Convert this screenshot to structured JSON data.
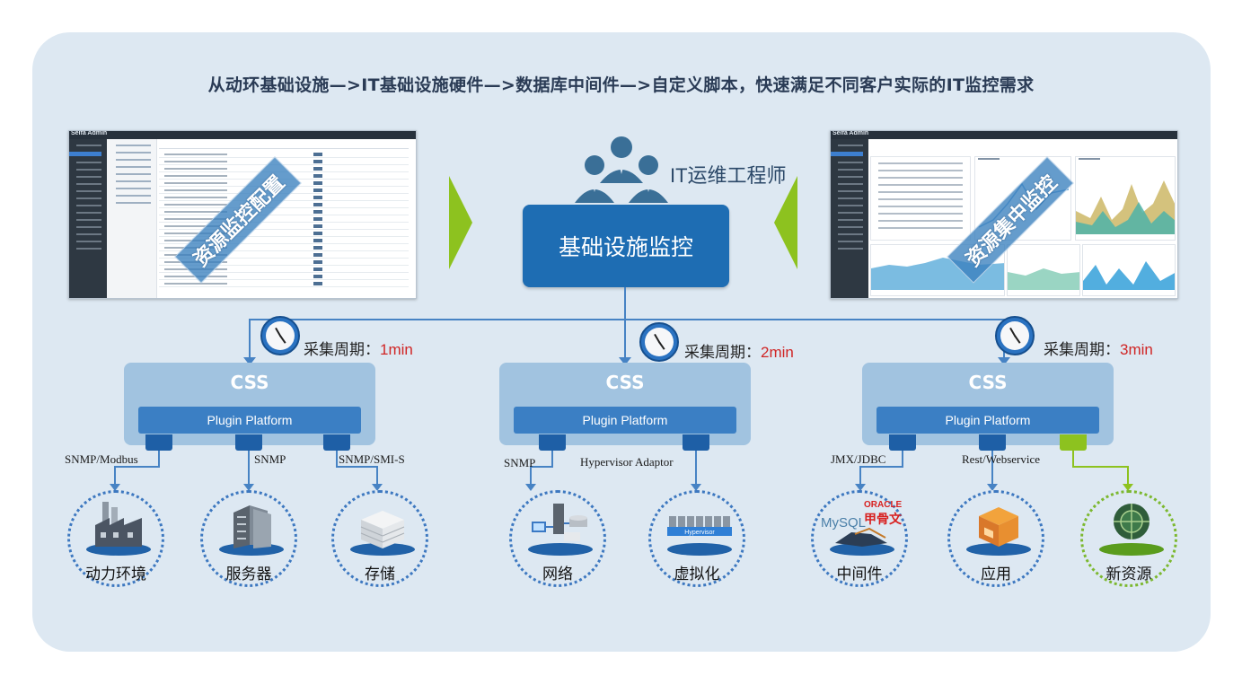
{
  "headline": "从动环基础设施—>IT基础设施硬件—>数据库中间件—>自定义脚本，快速满足不同客户实际的IT监控需求",
  "screens": {
    "left_stamp": "资源监控配置",
    "right_stamp": "资源集中监控"
  },
  "center": {
    "role_label": "IT运维工程师",
    "core_label": "基础设施监控"
  },
  "groups": [
    {
      "cycle_label": "采集周期：",
      "cycle_value": "1min",
      "css_label": "CSS",
      "plugin_label": "Plugin Platform",
      "protocols": [
        "SNMP/Modbus",
        "SNMP",
        "SNMP/SMI-S"
      ],
      "resources": [
        "动力环境",
        "服务器",
        "存储"
      ]
    },
    {
      "cycle_label": "采集周期：",
      "cycle_value": "2min",
      "css_label": "CSS",
      "plugin_label": "Plugin Platform",
      "protocols": [
        "SNMP",
        "Hypervisor Adaptor"
      ],
      "resources": [
        "网络",
        "虚拟化"
      ]
    },
    {
      "cycle_label": "采集周期：",
      "cycle_value": "3min",
      "css_label": "CSS",
      "plugin_label": "Plugin Platform",
      "protocols": [
        "JMX/JDBC",
        "Rest/Webservice"
      ],
      "resources": [
        "中间件",
        "应用",
        "新资源"
      ]
    }
  ],
  "logos": {
    "mysql": "MySQL",
    "oracle": "ORACLE",
    "jiaxiangwen": "甲骨文",
    "hypervisor": "Hypervisor"
  },
  "colors": {
    "panel": "#dde8f2",
    "primary_blue": "#1e6db3",
    "connector": "#4783c4",
    "accent_green": "#8dc21f",
    "cycle_value": "#d02525"
  }
}
